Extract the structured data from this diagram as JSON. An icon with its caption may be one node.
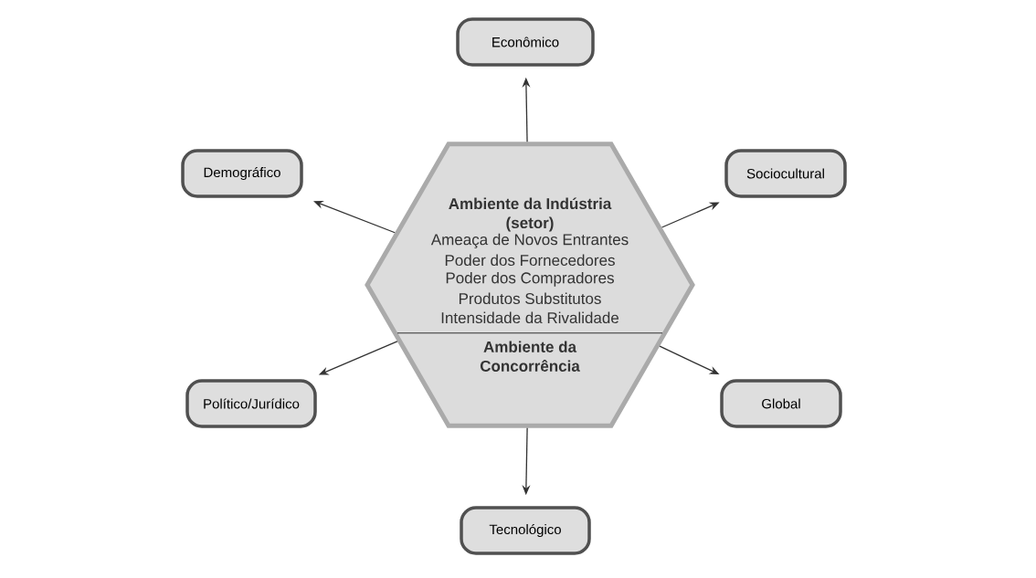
{
  "diagram": {
    "nodes": [
      {
        "text": [
          "Ambiente da Indústria (setor)",
          "Ameaça de Novos Entrantes",
          "Poder dos Fornecedores",
          "Poder dos Compradores",
          "Produtos Substitutos",
          "Intensidade da Rivalidade",
          "Ambiente da Concorrência"
        ]
      },
      {
        "text": [
          "Econômico"
        ]
      },
      {
        "text": [
          "Demográfico"
        ]
      },
      {
        "text": [
          "Sociocultural"
        ]
      },
      {
        "text": [
          "Político/Jurídico"
        ]
      },
      {
        "text": [
          "Global"
        ]
      },
      {
        "text": [
          "Tecnológico"
        ]
      }
    ],
    "edges": [
      {
        "from": 0,
        "to": 1,
        "arrow": "to"
      },
      {
        "from": 0,
        "to": 2,
        "arrow": "to"
      },
      {
        "from": 0,
        "to": 3,
        "arrow": "to"
      },
      {
        "from": 0,
        "to": 4,
        "arrow": "to"
      },
      {
        "from": 0,
        "to": 5,
        "arrow": "to"
      },
      {
        "from": 0,
        "to": 6,
        "arrow": "to"
      }
    ]
  }
}
